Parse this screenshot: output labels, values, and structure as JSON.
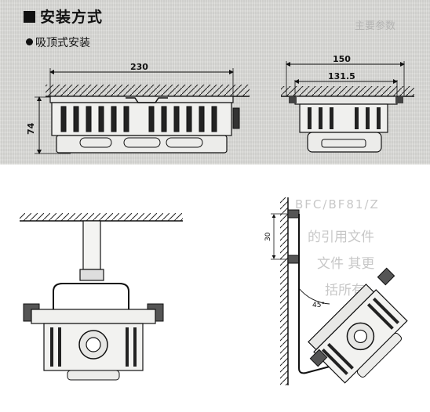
{
  "heading": "安装方式",
  "subheading": "吸顶式安装",
  "dimensions": {
    "top_left_width": "230",
    "top_left_height": "74",
    "top_right_width_outer": "150",
    "top_right_width_inner": "131.5",
    "bracket_spacing": "30",
    "tilt_angle": "45°"
  },
  "ghost_text": {
    "top_right_header": "主要参数",
    "bottom_right_line1": "BFC/BF81/Z",
    "bottom_right_line2": "的引用文件",
    "bottom_right_line3": "文件 其更",
    "bottom_right_line4": "括所有"
  }
}
